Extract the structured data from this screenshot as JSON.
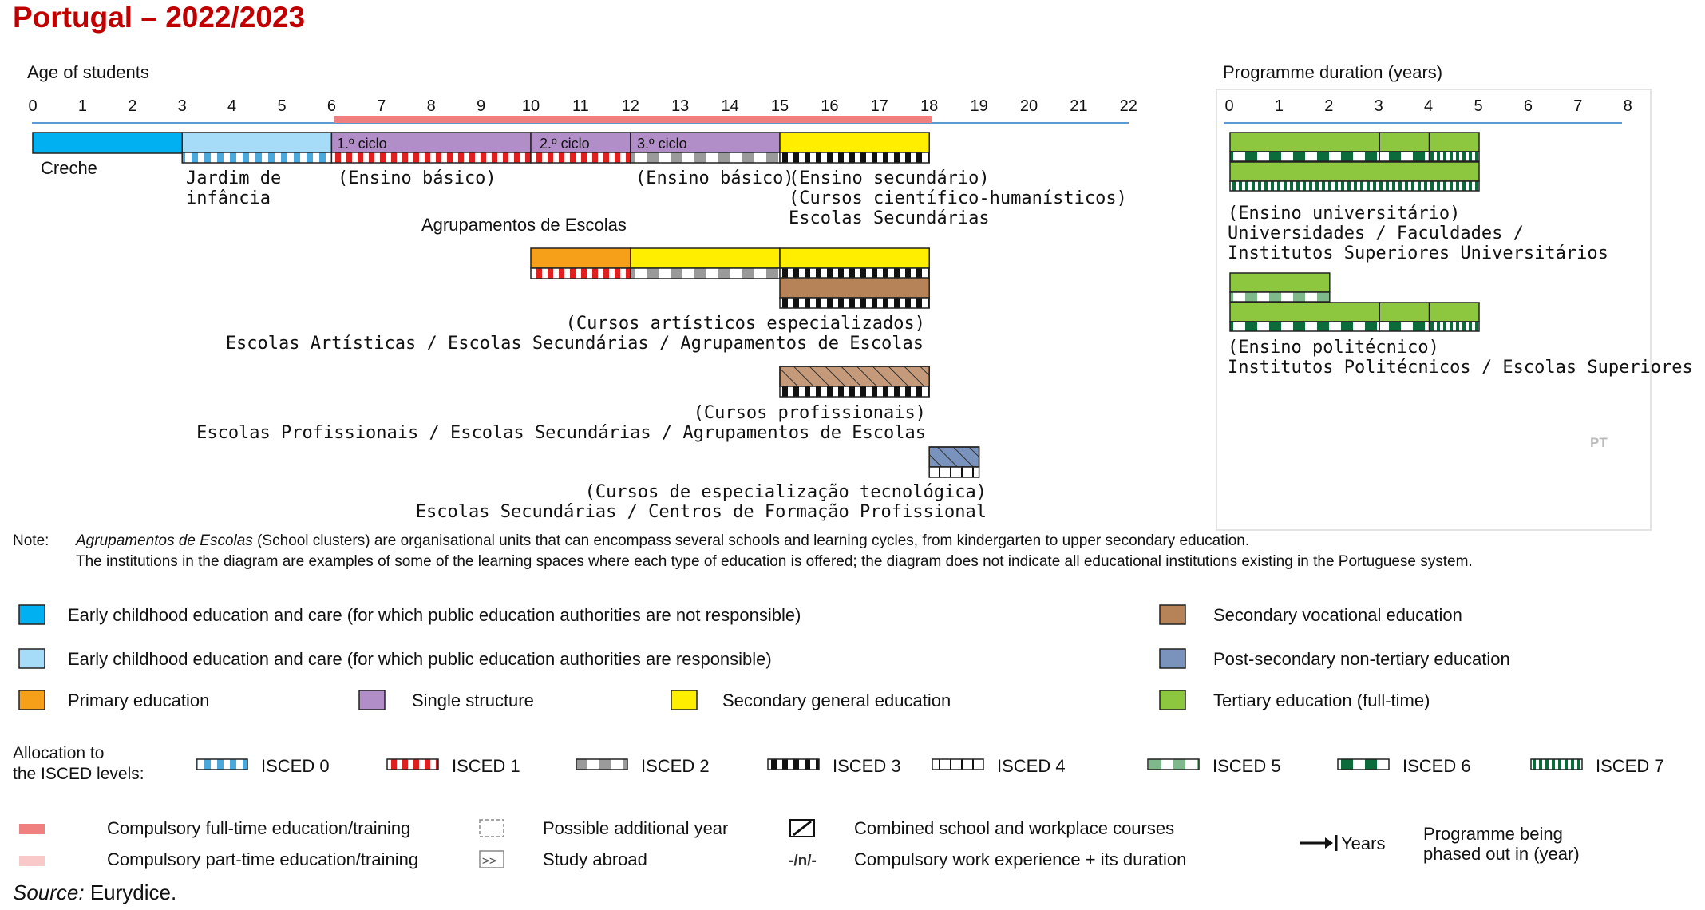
{
  "title": "Portugal – 2022/2023",
  "age_axis": {
    "label": "Age of students",
    "ticks": [
      "0",
      "1",
      "2",
      "3",
      "4",
      "5",
      "6",
      "7",
      "8",
      "9",
      "10",
      "11",
      "12",
      "13",
      "14",
      "15",
      "16",
      "17",
      "18",
      "19",
      "20",
      "21",
      "22"
    ]
  },
  "duration_axis": {
    "label": "Programme duration (years)",
    "ticks": [
      "0",
      "1",
      "2",
      "3",
      "4",
      "5",
      "6",
      "7",
      "8"
    ]
  },
  "compulsory_range": [
    6,
    18
  ],
  "bars": {
    "creche": {
      "from": 0,
      "to": 3,
      "fill": "#00b0f0",
      "isced": null
    },
    "jardim": {
      "from": 3,
      "to": 6,
      "fill": "#a6dcf7",
      "isced": "isced0"
    },
    "ciclo1": {
      "from": 6,
      "to": 10,
      "fill": "#b18ec7",
      "isced": "isced1",
      "text": "1.º ciclo"
    },
    "ciclo2": {
      "from": 10,
      "to": 12,
      "fill": "#b18ec7",
      "isced": "isced1",
      "text": "2.º ciclo"
    },
    "ciclo3": {
      "from": 12,
      "to": 15,
      "fill": "#b18ec7",
      "isced": "isced2",
      "text": "3.º ciclo"
    },
    "secundario": {
      "from": 15,
      "to": 18,
      "fill": "#ffee00",
      "isced": "isced3"
    },
    "art_primary": {
      "from": 10,
      "to": 12,
      "fill": "#f6a01a",
      "isced": "isced1"
    },
    "art_basic": {
      "from": 12,
      "to": 15,
      "fill": "#ffee00",
      "isced": "isced2"
    },
    "art_sec_general": {
      "from": 15,
      "to": 18,
      "fill": "#ffee00",
      "isced": "isced3"
    },
    "art_sec_voc": {
      "from": 15,
      "to": 18,
      "fill": "#b58357",
      "isced": "isced3"
    },
    "profissionais": {
      "from": 15,
      "to": 18,
      "fill": "#c49a7a",
      "isced": "isced3",
      "hatched": true
    },
    "especializacao": {
      "from": 18,
      "to": 19,
      "fill": "#7a93bd",
      "isced": "isced4",
      "hatched": true
    }
  },
  "tertiary_bars": {
    "uni_row1": {
      "segments": [
        [
          0,
          3,
          "isced6"
        ],
        [
          3,
          4,
          "isced6"
        ],
        [
          4,
          5,
          "isced7"
        ]
      ]
    },
    "uni_row2": {
      "segments": [
        [
          0,
          5,
          "isced7"
        ]
      ]
    },
    "poli_row1": {
      "segments": [
        [
          0,
          2,
          "isced5"
        ]
      ]
    },
    "poli_row2": {
      "segments": [
        [
          0,
          3,
          "isced6"
        ],
        [
          3,
          4,
          "isced6"
        ],
        [
          4,
          5,
          "isced7"
        ]
      ]
    }
  },
  "labels": {
    "creche": "Creche",
    "jardim_1": "Jardim de",
    "jardim_2": "infância",
    "basico_1": "(Ensino básico)",
    "basico_2": "(Ensino básico)",
    "secundario_1": "(Ensino secundário)",
    "secundario_2": "(Cursos científico-humanísticos)",
    "secundario_3": "Escolas Secundárias",
    "agrupamentos": "Agrupamentos de Escolas",
    "art_1": "(Cursos artísticos especializados)",
    "art_2": "Escolas Artísticas / Escolas Secundárias / Agrupamentos de Escolas",
    "prof_1": "(Cursos profissionais)",
    "prof_2": "Escolas Profissionais / Escolas Secundárias / Agrupamentos de Escolas",
    "esp_1": "(Cursos de especialização tecnológica)",
    "esp_2": "Escolas Secundárias / Centros de Formação Profissional",
    "uni_1": "(Ensino universitário)",
    "uni_2": "Universidades / Faculdades /",
    "uni_3": "Institutos Superiores Universitários",
    "poli_1": "(Ensino politécnico)",
    "poli_2": "Institutos Politécnicos / Escolas Superiores",
    "country_code": "PT"
  },
  "note": {
    "label": "Note:",
    "line1_italic": "Agrupamentos de Escolas",
    "line1_rest": " (School clusters) are organisational units that can encompass several schools and learning cycles, from kindergarten to upper secondary education.",
    "line2": "The institutions in the diagram are examples of some of the learning spaces where each type of education is offered; the diagram does not indicate all educational institutions existing in the Portuguese system."
  },
  "legend_types": [
    {
      "label": "Early childhood education and care (for which public education authorities are not responsible)",
      "color": "#00b0f0"
    },
    {
      "label": "Early childhood education and care (for which public education authorities are responsible)",
      "color": "#a6dcf7"
    },
    {
      "label": "Primary education",
      "color": "#f6a01a"
    },
    {
      "label": "Single structure",
      "color": "#b18ec7"
    },
    {
      "label": "Secondary general education",
      "color": "#ffee00"
    },
    {
      "label": "Secondary vocational education",
      "color": "#b58357"
    },
    {
      "label": "Post-secondary non-tertiary education",
      "color": "#7a93bd"
    },
    {
      "label": "Tertiary education (full-time)",
      "color": "#8dc63f"
    }
  ],
  "isced_legend": {
    "title_1": "Allocation to",
    "title_2": "the ISCED levels:",
    "items": [
      {
        "label": "ISCED 0",
        "pattern": "isced0"
      },
      {
        "label": "ISCED 1",
        "pattern": "isced1"
      },
      {
        "label": "ISCED 2",
        "pattern": "isced2"
      },
      {
        "label": "ISCED 3",
        "pattern": "isced3"
      },
      {
        "label": "ISCED 4",
        "pattern": "isced4"
      },
      {
        "label": "ISCED 5",
        "pattern": "isced5"
      },
      {
        "label": "ISCED 6",
        "pattern": "isced6"
      },
      {
        "label": "ISCED 7",
        "pattern": "isced7"
      }
    ]
  },
  "misc_legend": {
    "compulsory_full": "Compulsory full-time education/training",
    "compulsory_part": "Compulsory part-time education/training",
    "additional_year": "Possible additional year",
    "study_abroad": "Study abroad",
    "study_abroad_symbol": ">>",
    "combined": "Combined school and workplace courses",
    "work_experience": "Compulsory work experience + its duration",
    "work_experience_symbol": "-/n/-",
    "years": "Years",
    "phased_out_1": "Programme being",
    "phased_out_2": "phased out in (year)"
  },
  "source_label": "Source:",
  "source_text": " Eurydice.",
  "colors": {
    "compulsory_full": "#f08080",
    "compulsory_part": "#f9c9c9",
    "axis_line": "#5b9bd5",
    "title": "#c00000"
  }
}
